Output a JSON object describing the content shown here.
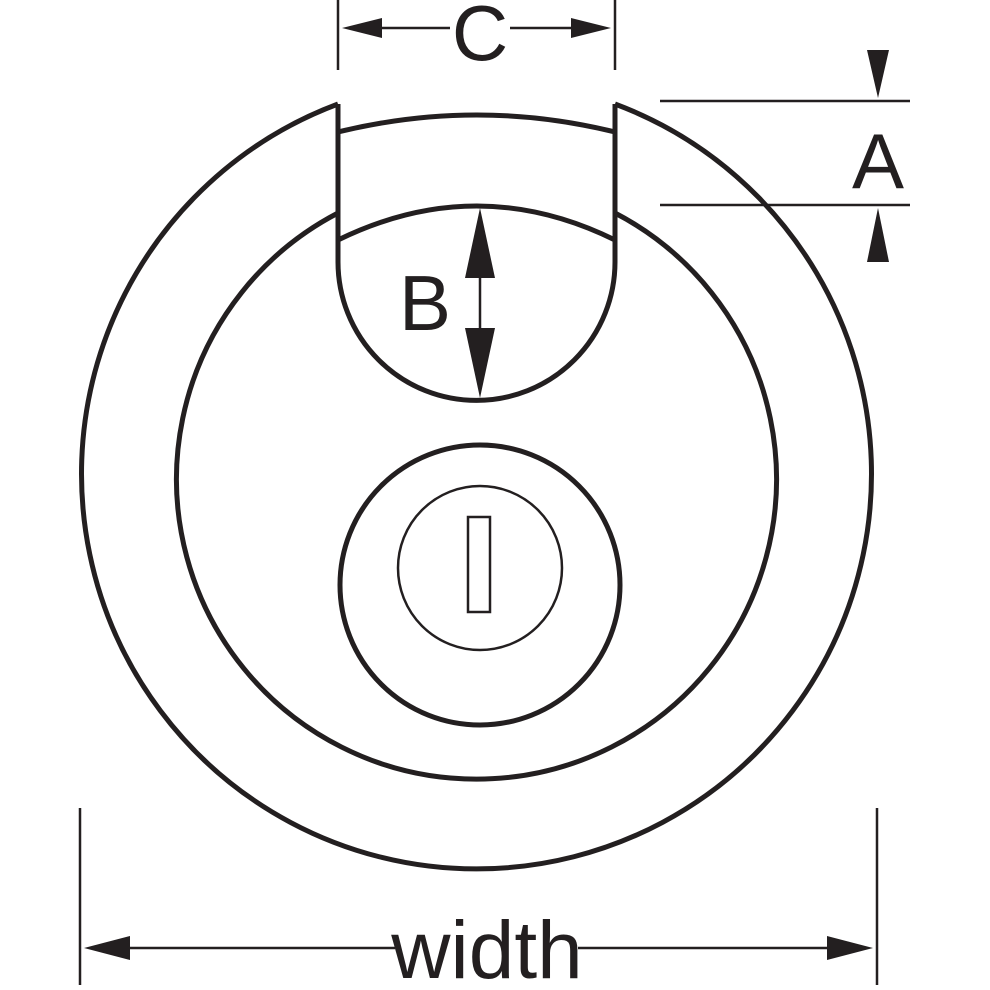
{
  "labels": {
    "a": "A",
    "b": "B",
    "c": "C",
    "width": "width"
  },
  "colors": {
    "line": "#231f20",
    "background": "#ffffff"
  }
}
